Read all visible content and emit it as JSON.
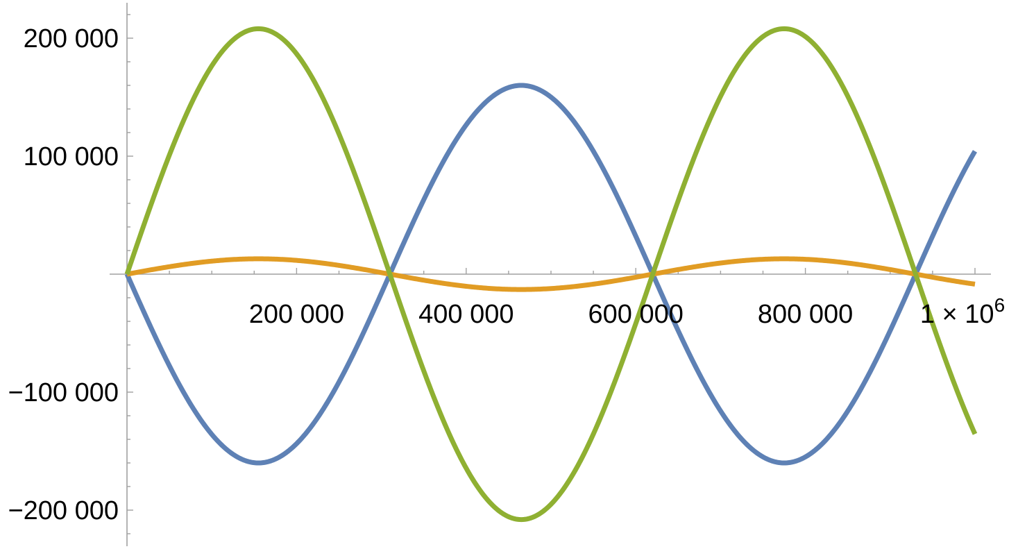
{
  "chart_data": {
    "type": "line",
    "title": "",
    "xlabel": "",
    "ylabel": "",
    "xlim": [
      0,
      1000000
    ],
    "ylim": [
      -230000,
      230000
    ],
    "grid": false,
    "x_ticks": [
      {
        "value": 200000,
        "label": "200 000"
      },
      {
        "value": 400000,
        "label": "400 000"
      },
      {
        "value": 600000,
        "label": "600 000"
      },
      {
        "value": 800000,
        "label": "800 000"
      },
      {
        "value": 1000000,
        "label": "1 × 10",
        "exp": "6"
      }
    ],
    "y_ticks": [
      {
        "value": 200000,
        "label": "200 000"
      },
      {
        "value": 100000,
        "label": "100 000"
      },
      {
        "value": -100000,
        "label": "−100 000"
      },
      {
        "value": -200000,
        "label": "−200 000"
      }
    ],
    "series": [
      {
        "color": "#5e81b5",
        "amplitude": -160000,
        "period": 620000,
        "function": "sin"
      },
      {
        "color": "#e19c24",
        "amplitude": 13000,
        "period": 620000,
        "function": "sin"
      },
      {
        "color": "#8fb032",
        "amplitude": 208000,
        "period": 620000,
        "function": "sin"
      }
    ]
  }
}
